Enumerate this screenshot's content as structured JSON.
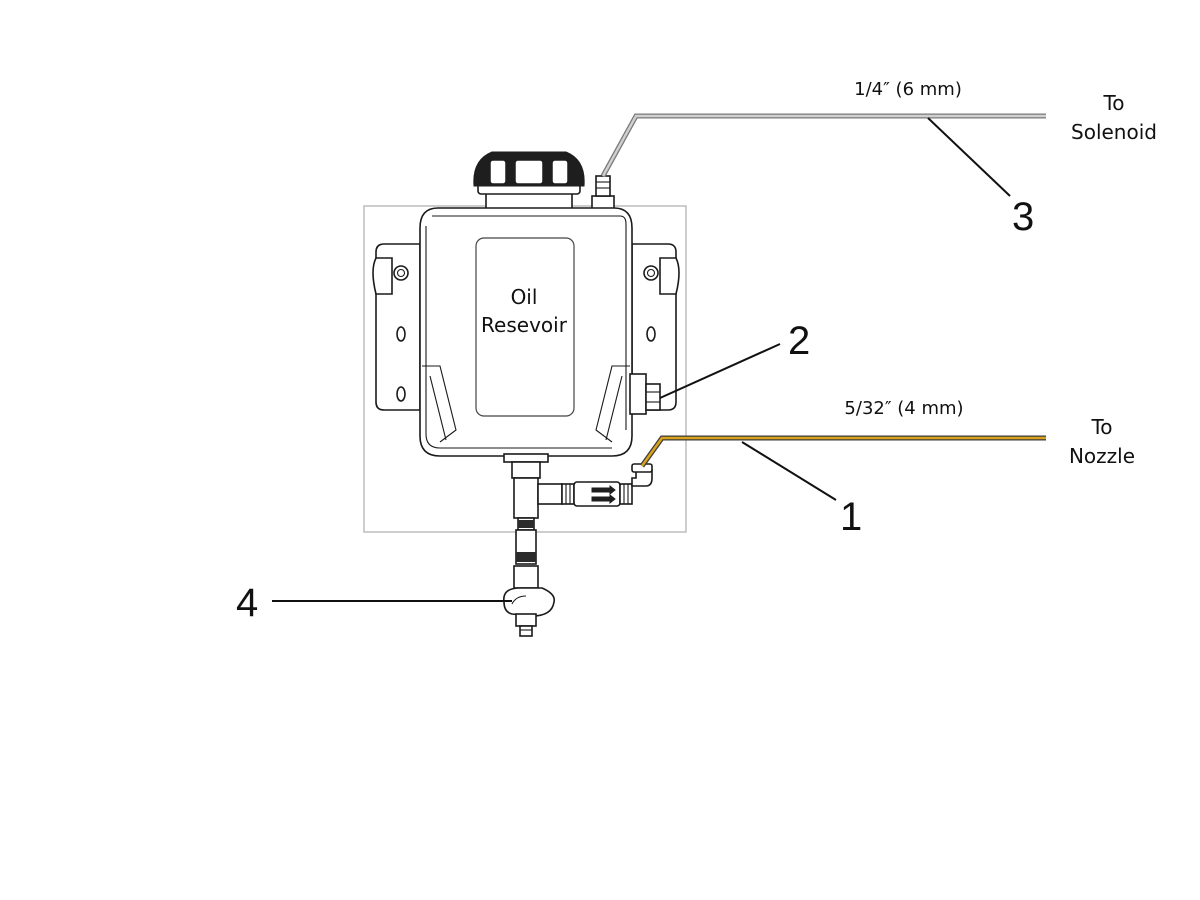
{
  "callouts": {
    "c1": "1",
    "c2": "2",
    "c3": "3",
    "c4": "4"
  },
  "tank": {
    "label_line1": "Oil",
    "label_line2": "Resevoir"
  },
  "lines": {
    "solenoid_size": "1/4″ (6 mm)",
    "solenoid_dest_line1": "To",
    "solenoid_dest_line2": "Solenoid",
    "nozzle_size": "5/32″ (4 mm)",
    "nozzle_dest_line1": "To",
    "nozzle_dest_line2": "Nozzle"
  },
  "colors": {
    "oil_line": "#d7a21c",
    "air_line": "#9a9a9a",
    "outline": "#1a1a1a"
  }
}
